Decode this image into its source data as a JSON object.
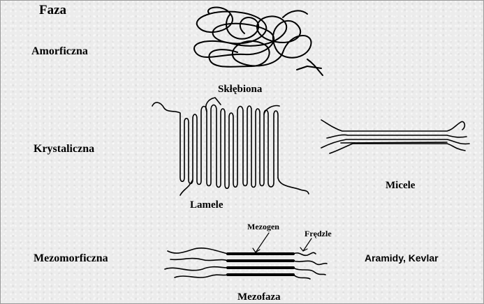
{
  "header": {
    "title": "Faza"
  },
  "phases": {
    "amorphous": "Amorficzna",
    "crystalline": "Krystaliczna",
    "mesomorphic": "Mezomorficzna"
  },
  "structures": {
    "coiled": "Skłębiona",
    "lamellae": "Lamele",
    "micelles": "Micele",
    "mesophase": "Mezofaza",
    "mesogen": "Mezogen",
    "fringes": "Frędzle"
  },
  "examples": {
    "mesomorphic": "Aramidy, Kevlar"
  }
}
